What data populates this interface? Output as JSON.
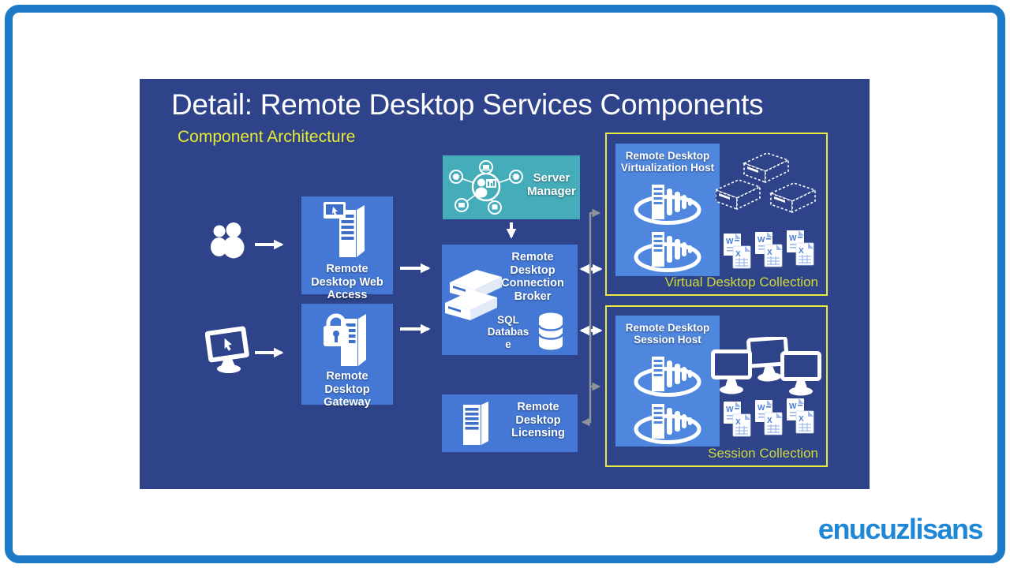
{
  "window": {
    "logo_text": "enucuzlisans"
  },
  "diagram": {
    "title": "Detail: Remote Desktop Services Components",
    "subtitle": "Component Architecture",
    "nodes": {
      "web_access": {
        "label": "Remote\nDesktop Web\nAccess"
      },
      "gateway": {
        "label": "Remote\nDesktop\nGateway"
      },
      "server_manager": {
        "label": "Server\nManager"
      },
      "connection_broker": {
        "label": "Remote\nDesktop\nConnection\nBroker",
        "sublabel": "SQL\nDatabas\ne"
      },
      "licensing": {
        "label": "Remote\nDesktop\nLicensing"
      },
      "virtualization_host": {
        "label": "Remote Desktop\nVirtualization Host"
      },
      "session_host": {
        "label": "Remote Desktop\nSession Host"
      }
    },
    "collections": {
      "virtual_desktop": {
        "label": "Virtual Desktop Collection"
      },
      "session": {
        "label": "Session Collection"
      }
    },
    "icons": [
      "users-icon",
      "client-monitor-icon",
      "web-access-server-icon",
      "gateway-lock-server-icon",
      "server-manager-hub-icon",
      "rack-servers-icon",
      "database-icon",
      "licensing-server-icon",
      "virtual-machine-icon",
      "dashed-vm-cluster-icon",
      "monitors-cluster-icon",
      "documents-icon"
    ],
    "colors": {
      "frame_border": "#1d7ac7",
      "panel_bg": "#2e4389",
      "node_bg": "#4478d4",
      "host_bg": "#4f87df",
      "teal_bg": "#45acb9",
      "collection_border": "#e9eb3a",
      "collection_label": "#cfd93a",
      "subtitle": "#e9ea32",
      "connector_gray": "#8f949c",
      "logo": "#1f87d7"
    }
  }
}
